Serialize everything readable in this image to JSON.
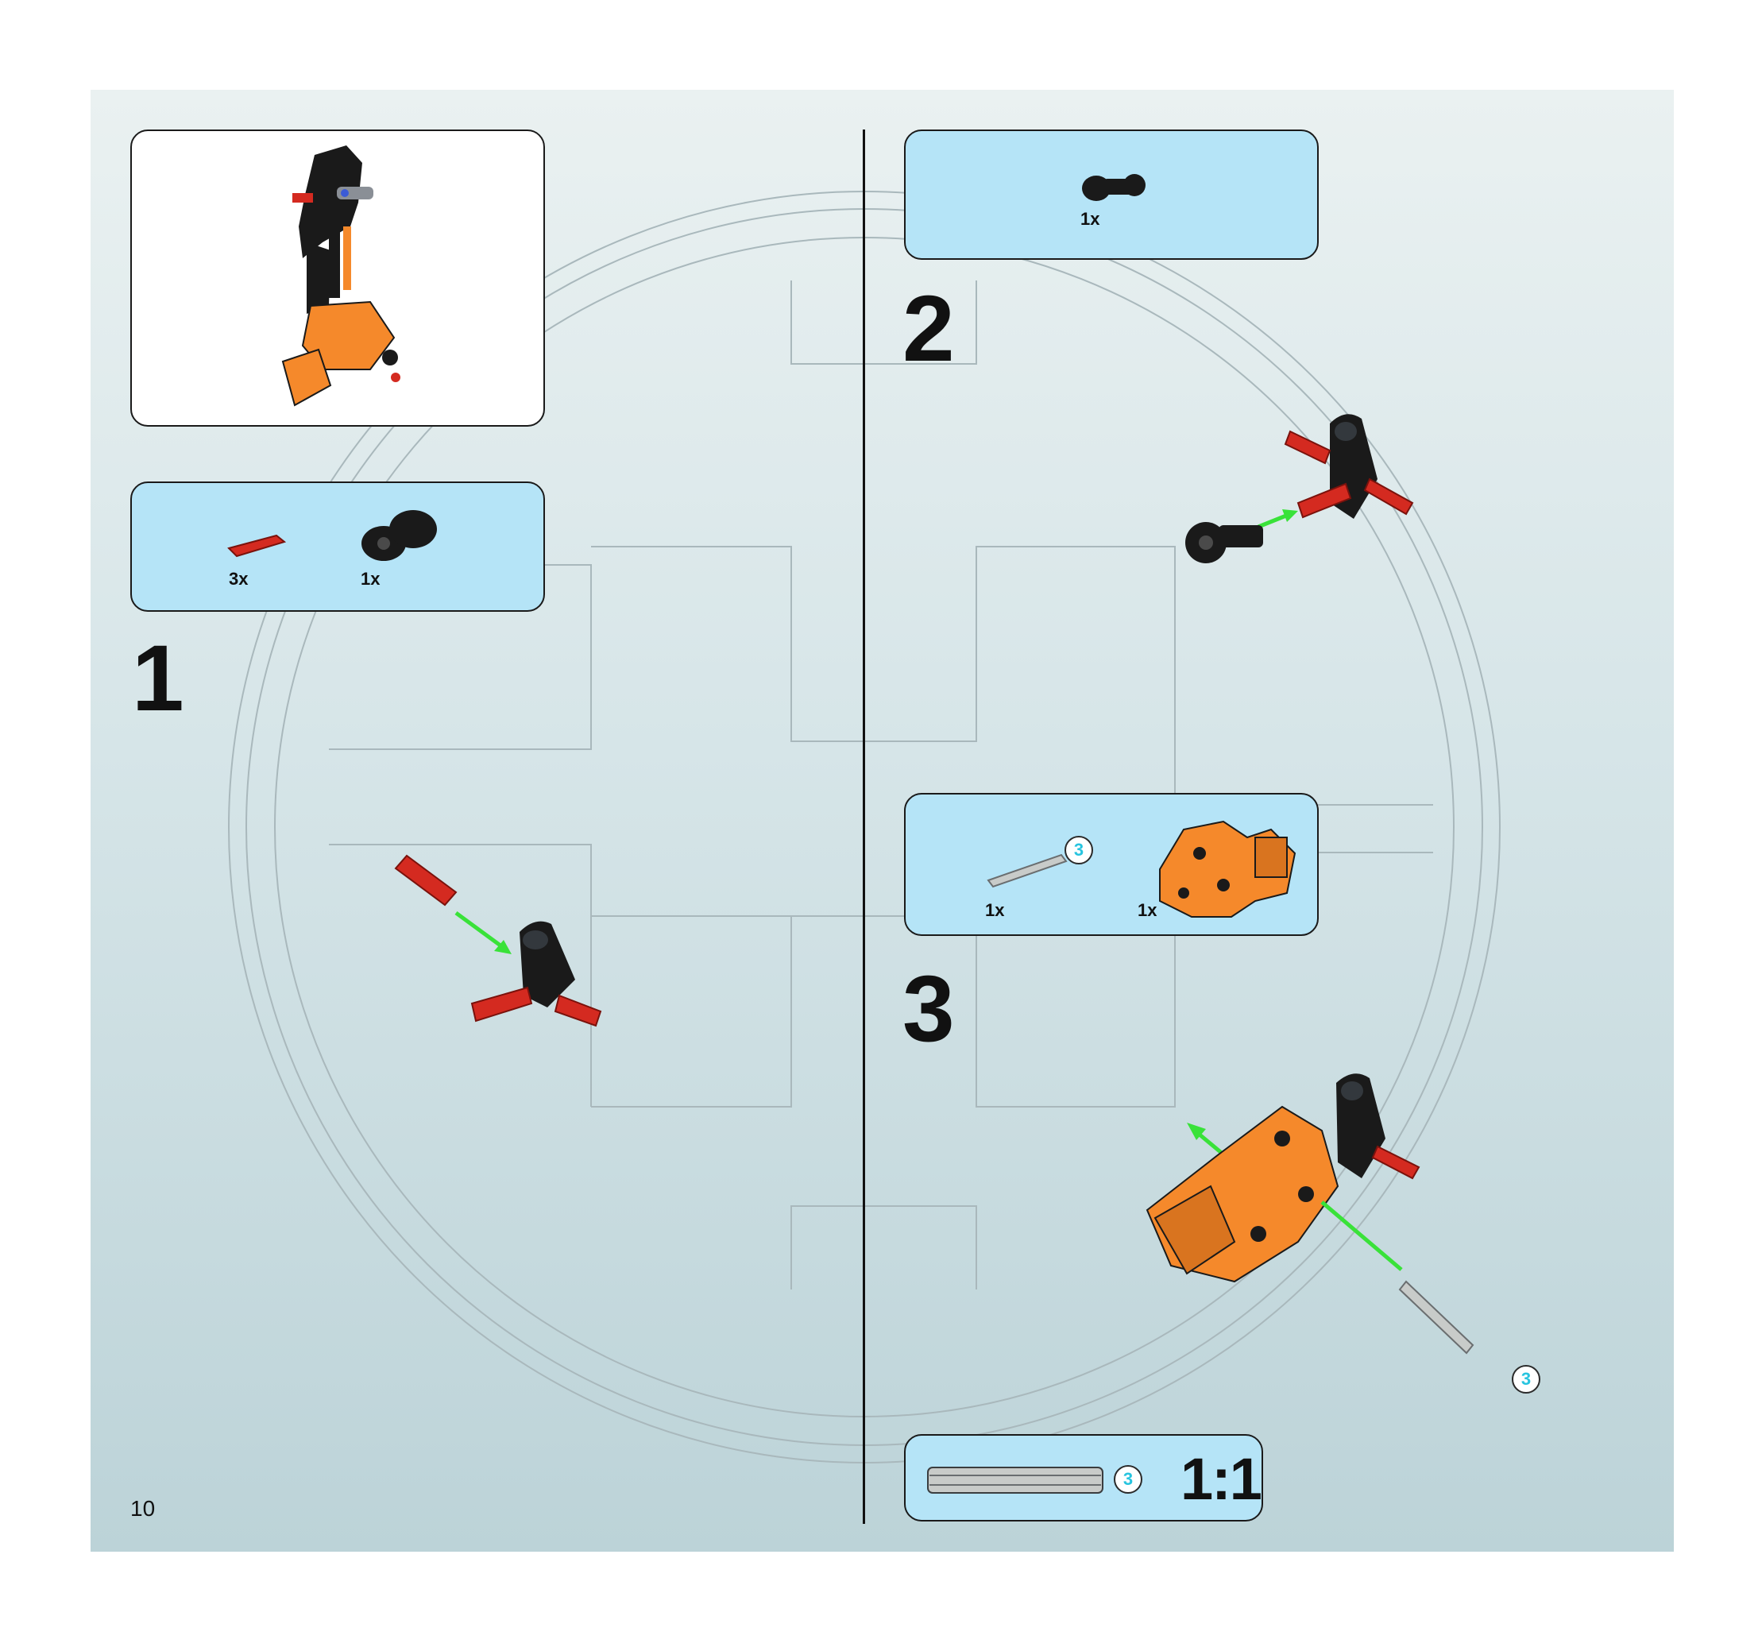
{
  "page": {
    "number": "10"
  },
  "steps": [
    {
      "number": "1",
      "parts": [
        {
          "qty": "3x",
          "part": "red-friction-pin"
        },
        {
          "qty": "1x",
          "part": "black-socket-connector"
        }
      ]
    },
    {
      "number": "2",
      "parts": [
        {
          "qty": "1x",
          "part": "black-ball-joint"
        }
      ]
    },
    {
      "number": "3",
      "parts": [
        {
          "qty": "1x",
          "part": "gray-axle",
          "length_badge": "3"
        },
        {
          "qty": "1x",
          "part": "orange-foot-armor"
        }
      ],
      "axle_badge": "3"
    }
  ],
  "scale_reference": {
    "ratio": "1:1",
    "length_badge": "3"
  },
  "colors": {
    "arrow": "#39e239",
    "pin_red": "#d42a20",
    "piece_orange": "#f5892b",
    "piece_black": "#1a1a1a",
    "callout_blue": "#b5e4f7"
  }
}
